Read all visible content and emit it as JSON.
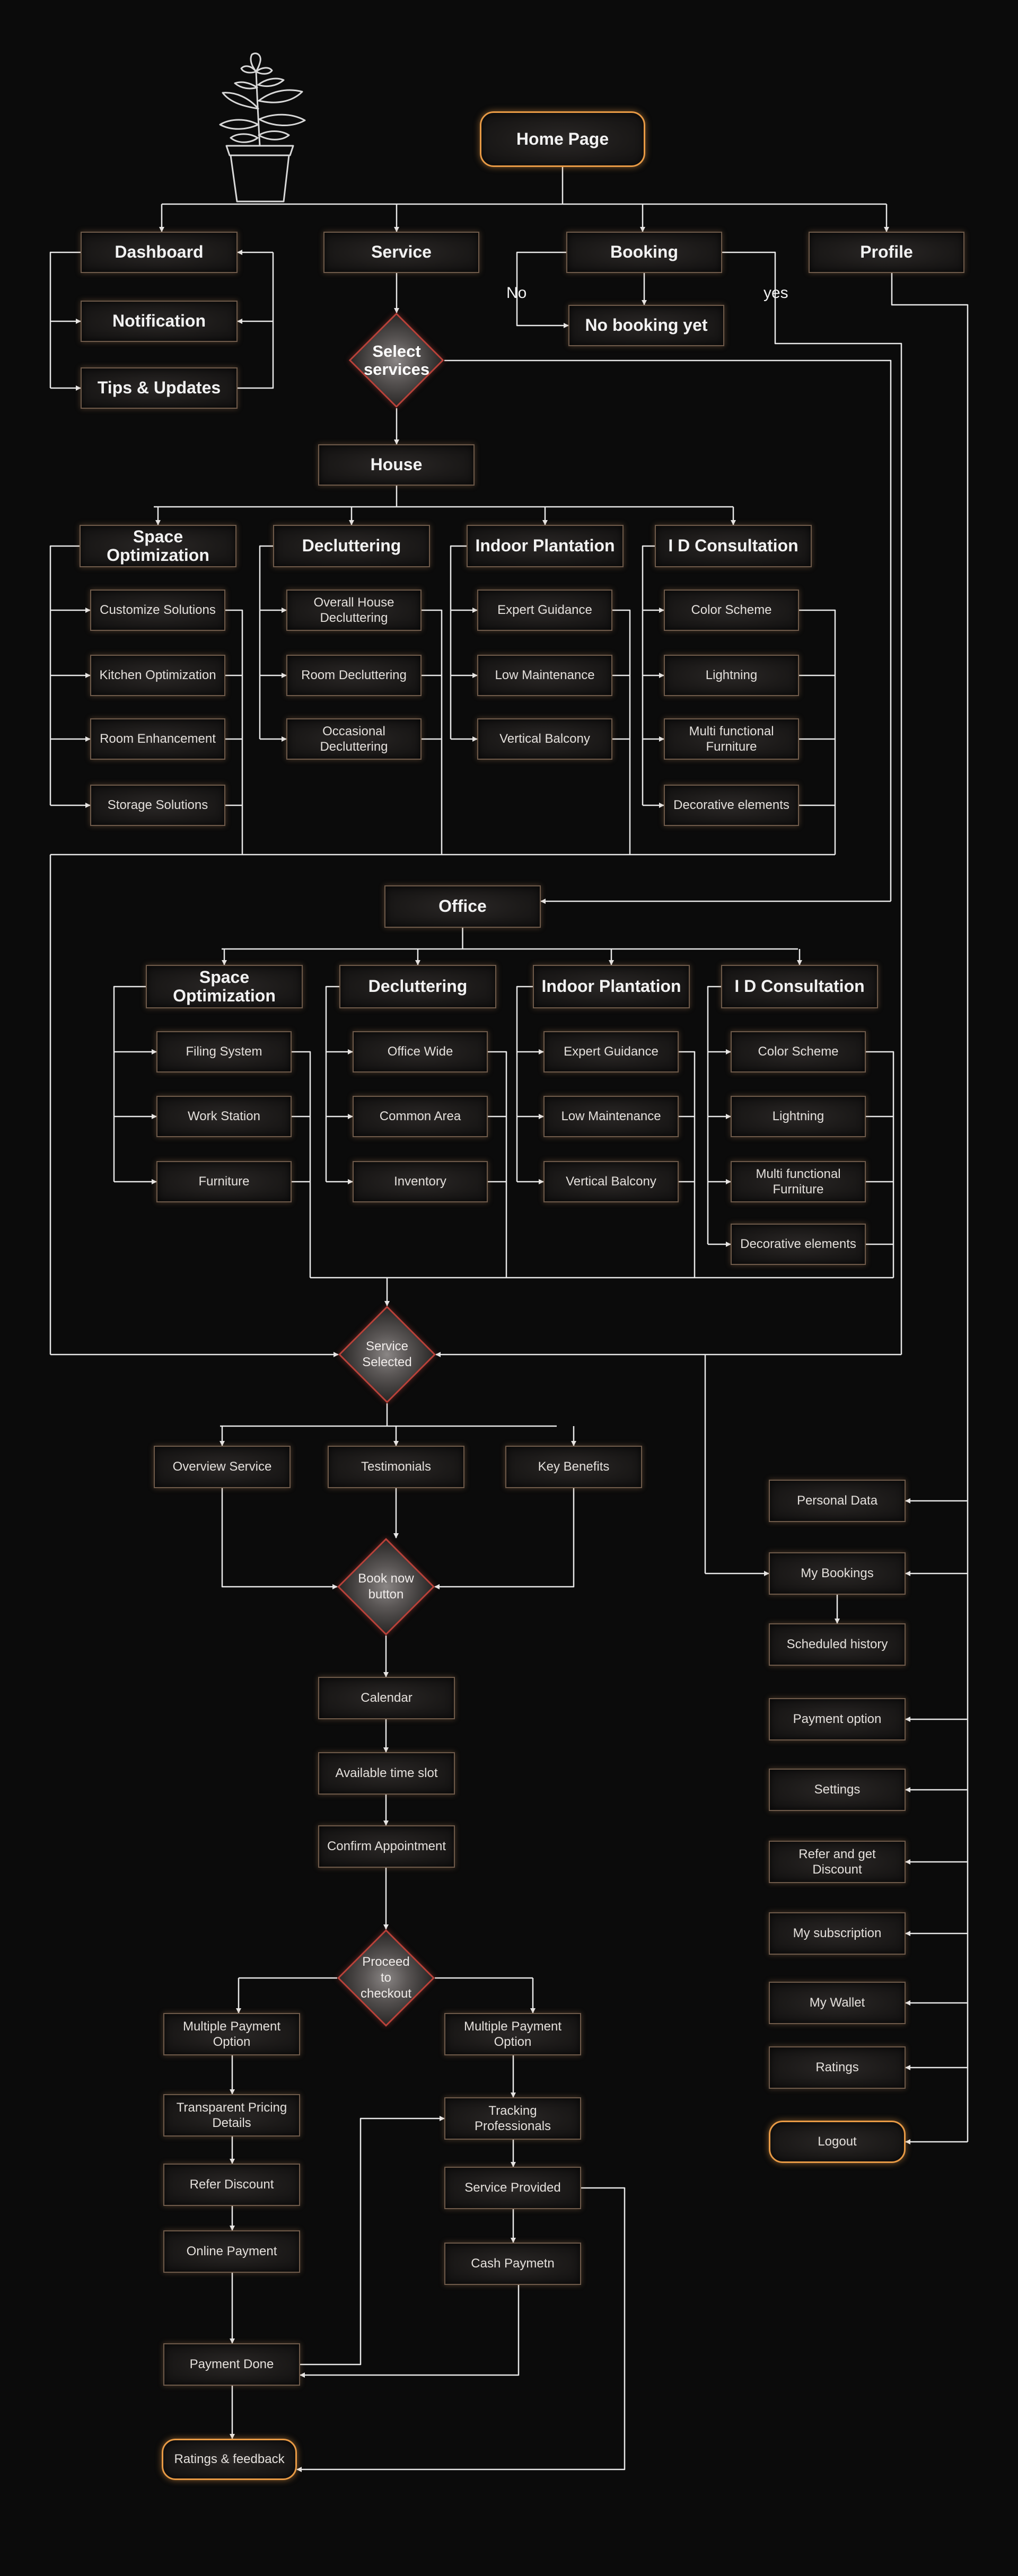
{
  "diagram": {
    "nodes": {
      "home": "Home Page",
      "dashboard": "Dashboard",
      "notification": "Notification",
      "tips": "Tips & Updates",
      "service": "Service",
      "booking": "Booking",
      "no_booking": "No booking yet",
      "profile": "Profile",
      "select_services": "Select services",
      "house": "House",
      "h_space": "Space Optimization",
      "h_declutter": "Decluttering",
      "h_indoor": "Indoor Plantation",
      "h_idc": "I D Consultation",
      "h_customize": "Customize Solutions",
      "h_kitchen": "Kitchen Optimization",
      "h_room_enh": "Room Enhancement",
      "h_storage": "Storage Solutions",
      "h_overall": "Overall House Decluttering",
      "h_room_dec": "Room Decluttering",
      "h_occasional": "Occasional Decluttering",
      "h_expert": "Expert Guidance",
      "h_lowmaint": "Low Maintenance",
      "h_vertical": "Vertical Balcony",
      "h_color": "Color Scheme",
      "h_light": "Lightning",
      "h_multi": "Multi functional Furniture",
      "h_deco": "Decorative elements",
      "office": "Office",
      "o_space": "Space Optimization",
      "o_declutter": "Decluttering",
      "o_indoor": "Indoor Plantation",
      "o_idc": "I D Consultation",
      "o_filing": "Filing System",
      "o_workstation": "Work Station",
      "o_furniture": "Furniture",
      "o_officewide": "Office Wide",
      "o_common": "Common Area",
      "o_inventory": "Inventory",
      "o_expert": "Expert Guidance",
      "o_lowmaint": "Low Maintenance",
      "o_vertical": "Vertical Balcony",
      "o_color": "Color Scheme",
      "o_light": "Lightning",
      "o_multi": "Multi functional Furniture",
      "o_deco": "Decorative elements",
      "service_selected": "Service Selected",
      "overview": "Overview Service",
      "testimonials": "Testimonials",
      "key_benefits": "Key Benefits",
      "book_now": "Book now button",
      "calendar": "Calendar",
      "time_slot": "Available time slot",
      "confirm": "Confirm Appointment",
      "checkout": "Proceed to checkout",
      "multi_pay_l": "Multiple Payment Option",
      "transparent": "Transparent Pricing Details",
      "refer_discount": "Refer Discount",
      "online_payment": "Online Payment",
      "payment_done": "Payment  Done",
      "ratings_feedback": "Ratings & feedback",
      "multi_pay_r": "Multiple Payment Option",
      "tracking": "Tracking Professionals",
      "service_provided": "Service Provided",
      "cash_payment": "Cash Paymetn",
      "personal_data": "Personal Data",
      "my_bookings": "My Bookings",
      "scheduled": "Scheduled history",
      "payment_option": "Payment option",
      "settings": "Settings",
      "refer_get": "Refer and get Discount",
      "subscription": "My subscription",
      "wallet": "My Wallet",
      "ratings": "Ratings",
      "logout": "Logout"
    },
    "branch_labels": {
      "no": "No",
      "yes": "yes"
    },
    "icons": {
      "decoration": "potted-plant-icon"
    },
    "colors": {
      "background": "#0b0b0b",
      "wire": "#e8e8e8",
      "node_border": "#6e5a4a",
      "highlight": "#e89a45",
      "diamond_border": "#b8423a"
    }
  }
}
